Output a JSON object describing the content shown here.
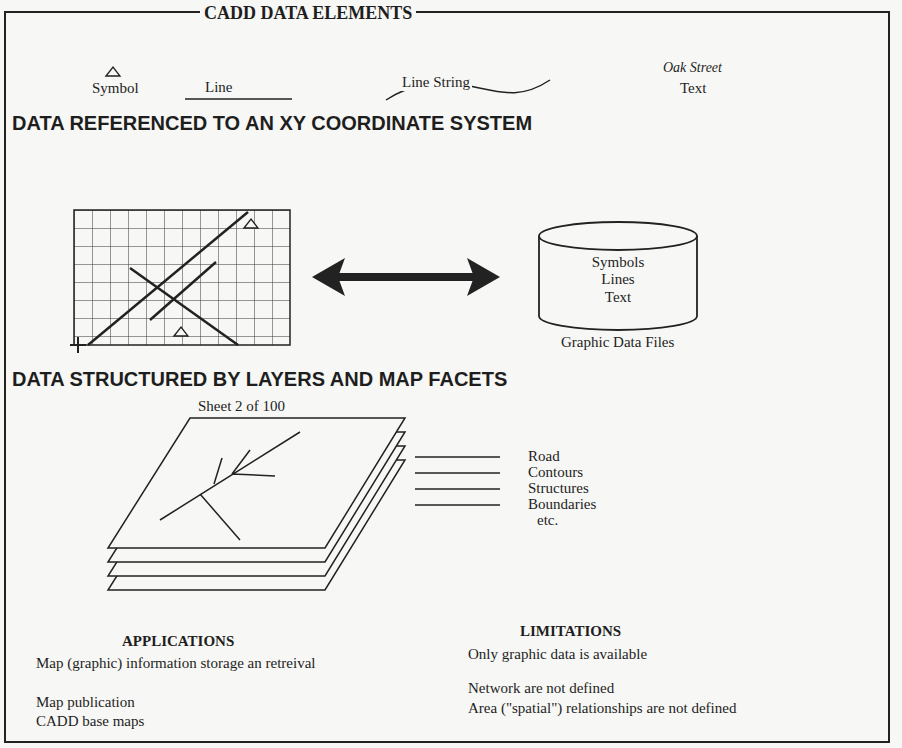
{
  "diagram": {
    "title": "CADD DATA ELEMENTS",
    "nodes": [
      {
        "text": [
          "Symbols Lines Text",
          "Graphic Data Files"
        ]
      }
    ],
    "labels": [
      "Symbol",
      "Line",
      "Line String",
      "Oak Street",
      "Text",
      "DATA REFERENCED TO AN XY COORDINATE SYSTEM",
      "DATA STRUCTURED BY LAYERS AND MAP FACETS",
      "Sheet 2 of 100",
      "Road",
      "Contours",
      "Structures",
      "Boundaries",
      "etc.",
      "APPLICATIONS",
      "Map (graphic) information storage an retreival",
      "Map publication",
      "CADD base maps",
      "LIMITATIONS",
      "Only graphic data is available",
      "Network are not defined",
      "Area (\"spatial\") relationships are not defined"
    ]
  }
}
